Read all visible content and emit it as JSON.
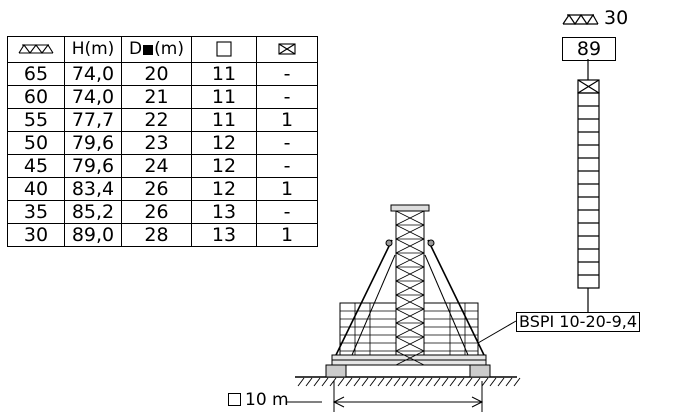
{
  "table": {
    "headers": {
      "col1": "H(m)",
      "col2_prefix": "D",
      "col2_suffix": "(m)"
    },
    "rows": [
      [
        "65",
        "74,0",
        "20",
        "11",
        "-"
      ],
      [
        "60",
        "74,0",
        "21",
        "11",
        "-"
      ],
      [
        "55",
        "77,7",
        "22",
        "11",
        "1"
      ],
      [
        "50",
        "79,6",
        "23",
        "12",
        "-"
      ],
      [
        "45",
        "79,6",
        "24",
        "12",
        "-"
      ],
      [
        "40",
        "83,4",
        "26",
        "12",
        "1"
      ],
      [
        "35",
        "85,2",
        "26",
        "13",
        "-"
      ],
      [
        "30",
        "89,0",
        "28",
        "13",
        "1"
      ]
    ]
  },
  "jib_label": "30",
  "height_value": "89",
  "model_label": "BSPI 10-20-9,4",
  "base_label": "10 m",
  "icons": {
    "jib": "jib-truss-icon",
    "tower": "tower-section-square-icon",
    "tie": "tie-frame-icon",
    "base": "square-base-icon"
  }
}
